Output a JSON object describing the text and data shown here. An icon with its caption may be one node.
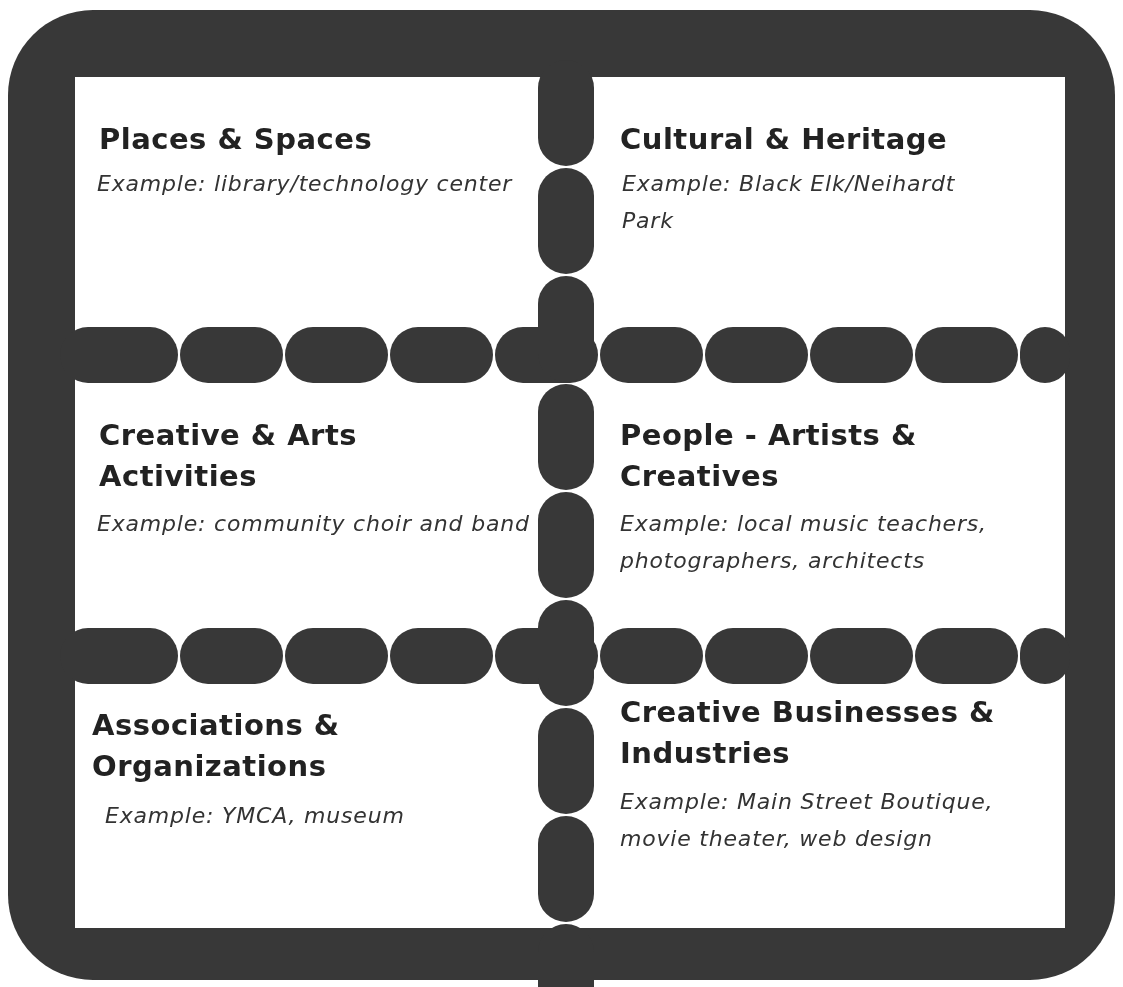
{
  "diagram": {
    "nodes": [
      {
        "text": [
          "Places & Spaces",
          "Example: library/technology center"
        ]
      },
      {
        "text": [
          "Cultural & Heritage",
          "Example: Black Elk/Neihardt Park"
        ]
      },
      {
        "text": [
          "Creative & Arts Activities",
          "Example: community choir and band"
        ]
      },
      {
        "text": [
          "People - Artists & Creatives",
          "Example: local music teachers, photographers, architects"
        ]
      },
      {
        "text": [
          "Associations & Organizations",
          "Example: YMCA, museum"
        ]
      },
      {
        "text": [
          "Creative Businesses & Industries",
          "Example: Main Street Boutique, movie theater, web design"
        ]
      }
    ]
  }
}
